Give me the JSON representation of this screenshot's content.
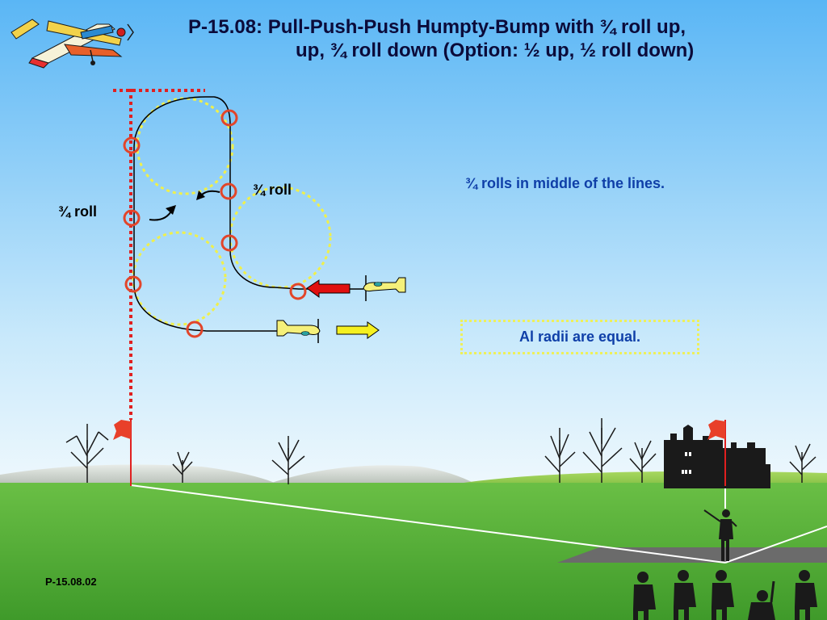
{
  "title": {
    "line1": "P-15.08: Pull-Push-Push Humpty-Bump with ¾ roll up,",
    "line2": "up, ¾ roll down (Option: ½ up, ½ roll down)"
  },
  "notes": {
    "rolls_middle": "¾ rolls in middle of the lines.",
    "radii_equal": "Al radii are equal."
  },
  "labels": {
    "roll_left": "¾  roll",
    "roll_right": "¾  roll"
  },
  "footer": {
    "code": "P-15.08.02"
  },
  "colors": {
    "sky_top": "#5ab6f5",
    "sky_bottom": "#e8f5fc",
    "grass": "#52a832",
    "flight_path": "#000000",
    "radius_guide": "#f0f04a",
    "marker_ring": "#e2452a",
    "axis_line": "#e02020",
    "entry_arrow": "#e01010",
    "exit_arrow": "#f5f020",
    "note_text": "#0f3fa8",
    "title_text": "#0b0b3a"
  }
}
